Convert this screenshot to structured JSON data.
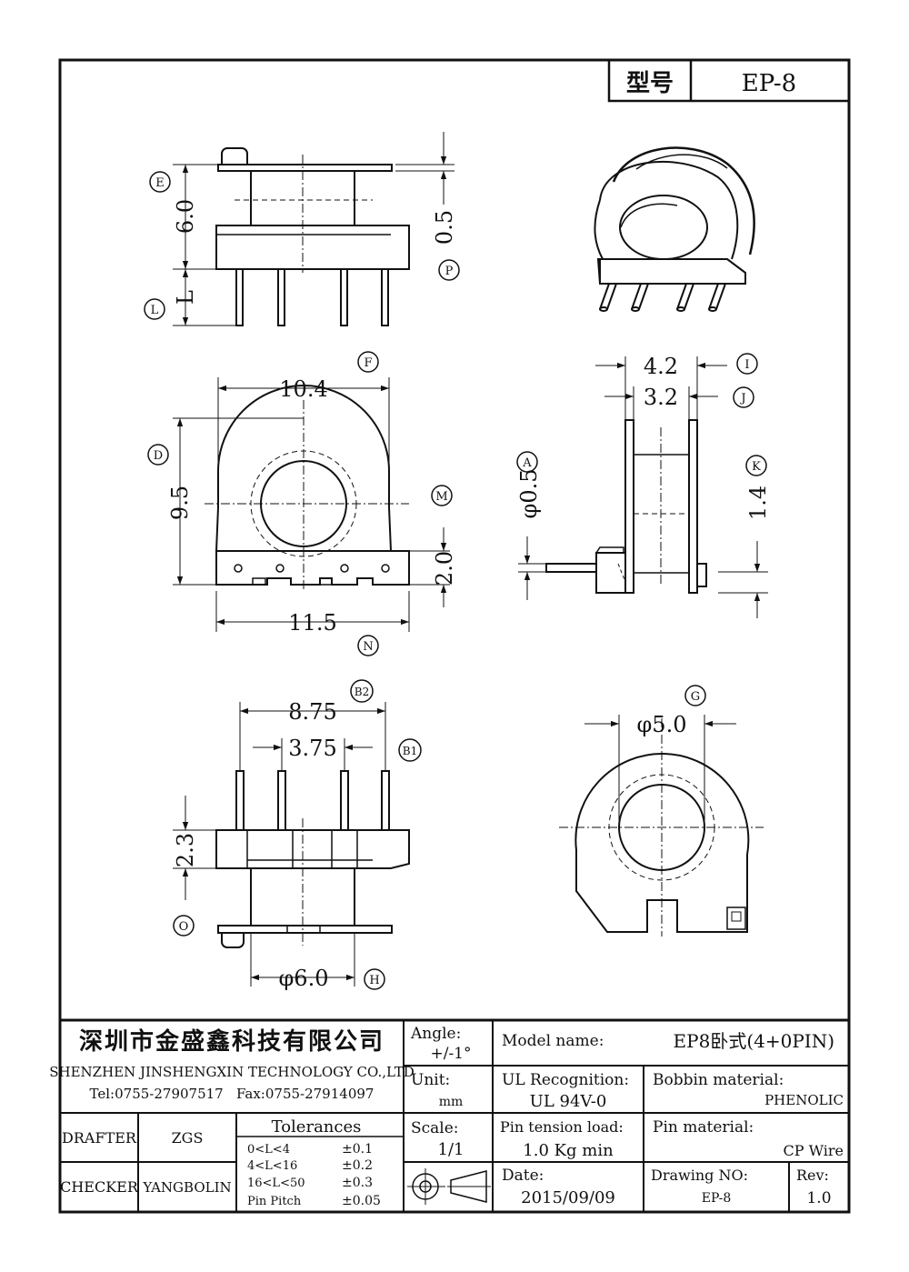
{
  "header": {
    "type_label": "型号",
    "type_value": "EP-8"
  },
  "dims": {
    "top_height": "6.0",
    "top_pin": "L",
    "top_flange": "0.5",
    "front_width": "10.4",
    "front_height": "9.5",
    "front_base": "2.0",
    "front_base_width": "11.5",
    "side_outer": "4.2",
    "side_inner": "3.2",
    "side_pin_dia": "φ0.5",
    "side_offset": "1.4",
    "bottom_outer": "8.75",
    "bottom_inner": "3.75",
    "bottom_height": "2.3",
    "bottom_core": "φ6.0",
    "rear_core": "φ5.0"
  },
  "callouts": {
    "E": "E",
    "L": "L",
    "P": "P",
    "F": "F",
    "D": "D",
    "M": "M",
    "N": "N",
    "I": "I",
    "J": "J",
    "A": "A",
    "K": "K",
    "B2": "B2",
    "B1": "B1",
    "O": "O",
    "H": "H",
    "G": "G"
  },
  "title_block": {
    "company_cn": "深圳市金盛鑫科技有限公司",
    "company_en": "SHENZHEN JINSHENGXIN TECHNOLOGY CO.,LTD",
    "contact": "Tel:0755-27907517   Fax:0755-27914097",
    "angle_label": "Angle:",
    "angle_value": "+/-1°",
    "unit_label": "Unit:",
    "unit_value": "mm",
    "scale_label": "Scale:",
    "scale_value": "1/1",
    "model_label": "Model name:",
    "model_value": "EP8卧式(4+0PIN)",
    "ul_label": "UL Recognition:",
    "ul_value": "UL 94V-0",
    "bobbin_label": "Bobbin material:",
    "bobbin_value": "PHENOLIC",
    "pin_tension_label": "Pin tension load:",
    "pin_tension_value": "1.0 Kg min",
    "pin_material_label": "Pin material:",
    "pin_material_value": "CP Wire",
    "date_label": "Date:",
    "date_value": "2015/09/09",
    "drawing_no_label": "Drawing NO:",
    "drawing_no_value": "EP-8",
    "rev_label": "Rev:",
    "rev_value": "1.0",
    "drafter_label": "DRAFTER",
    "drafter_value": "ZGS",
    "checker_label": "CHECKER",
    "checker_value": "YANGBOLIN",
    "tolerances_title": "Tolerances",
    "tolerances": [
      {
        "range": "0<L<4",
        "value": "±0.1"
      },
      {
        "range": "4<L<16",
        "value": "±0.2"
      },
      {
        "range": "16<L<50",
        "value": "±0.3"
      },
      {
        "range": "Pin Pitch",
        "value": "±0.05"
      }
    ]
  }
}
